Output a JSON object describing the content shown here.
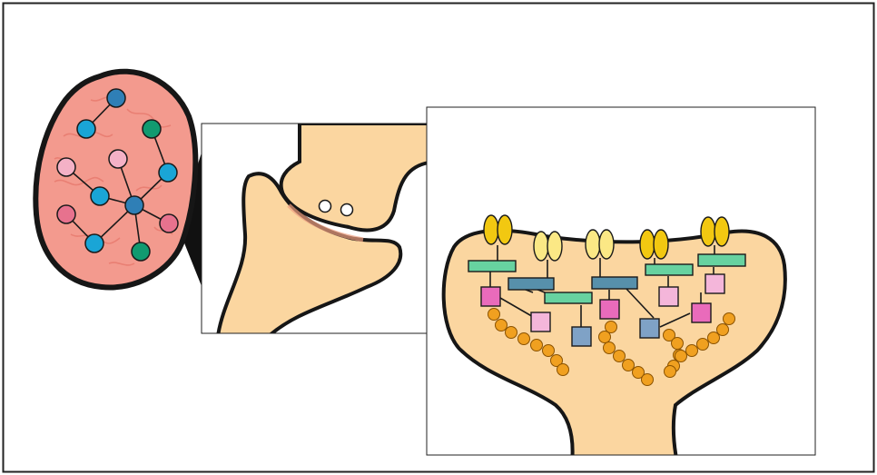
{
  "diagram": {
    "panels": [
      "brain-network",
      "synapse-closeup",
      "postsynaptic-protein-network"
    ],
    "colors": {
      "brain_fill": "#f39a8e",
      "tissue_fill": "#fbd6a0",
      "node_blue": "#1aa5d6",
      "node_dark_blue": "#2f7fb6",
      "node_green": "#119a70",
      "node_pink": "#f4b1c6",
      "node_red_pink": "#e7728e",
      "receptor_gold": "#f2c811",
      "receptor_pale": "#fbe885",
      "scaffold_green": "#67d2a0",
      "scaffold_blue": "#5790ab",
      "kinase_pink": "#e96bbb",
      "kinase_light_pink": "#f4b6da",
      "box_blue": "#7fa2c6",
      "chain_orange": "#f0a020"
    }
  }
}
